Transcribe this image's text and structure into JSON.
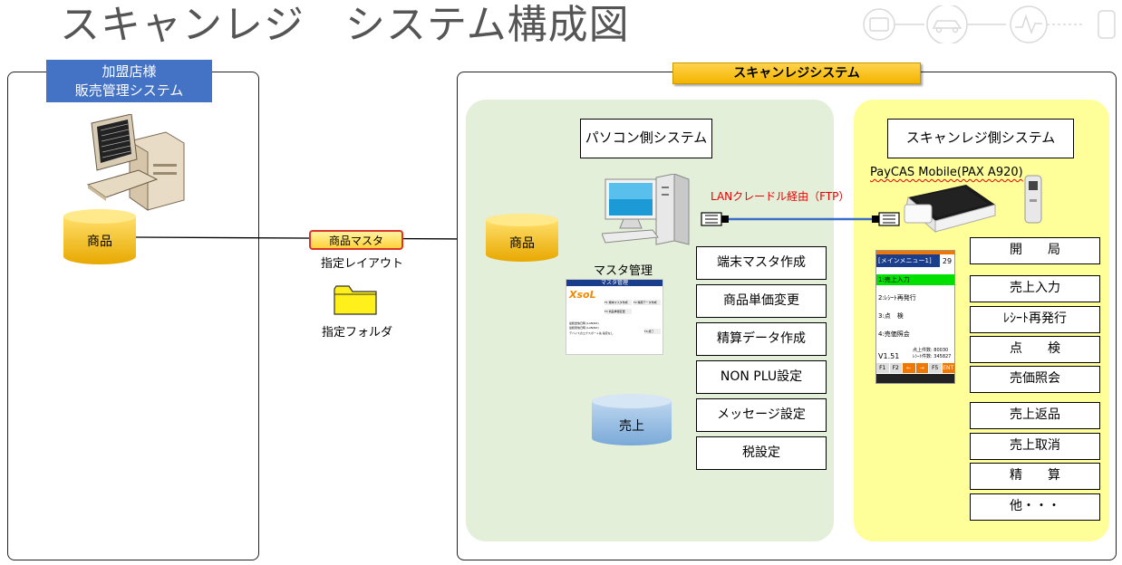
{
  "title": "スキャンレジ　システム構成図",
  "left": {
    "header_line1": "加盟店様",
    "header_line2": "販売管理システム",
    "db_label": "商品"
  },
  "transfer": {
    "master_tag": "商品マスタ",
    "layout_label": "指定レイアウト",
    "folder_label": "指定フォルダ"
  },
  "system_header": "スキャンレジシステム",
  "pc": {
    "label": "パソコン側システム",
    "db_label": "商品",
    "sales_db_label": "売上",
    "master_mgmt_label": "マスタ管理",
    "functions": [
      "端末マスタ作成",
      "商品単価変更",
      "精算データ作成",
      "NON PLU設定",
      "メッセージ設定",
      "税設定"
    ],
    "screenshot": {
      "header": "マスタ管理",
      "logo": "XsoL",
      "btn1": "F1 端末マスタ作成",
      "btn2": "F2 精算データ作成",
      "btn3": "F3 商品単価変更",
      "btn4": "F4 終了",
      "info1": "最終送信日時 (LAN/NX)",
      "info2": "最終受信日時 (LAN/NX)",
      "info3": "デバイスのエクスポート先 指定なし"
    }
  },
  "link_label": "LANクレードル経由（FTP）",
  "scanner": {
    "label": "スキャンレジ側システム",
    "device_label": "PayCAS Mobile(PAX A920)",
    "functions_top": [
      "開　　局",
      "売上入力",
      "ﾚｼｰﾄ再発行",
      "点　　検",
      "売価照会"
    ],
    "functions_bottom": [
      "売上返品",
      "売上取消",
      "精　　算",
      "他・・・"
    ],
    "screen": {
      "menu_title": "[メインメニュー1]",
      "menu_num": "29",
      "items": [
        "1:売上入力",
        "2:ﾚｼｰﾄ再発行",
        "3:点　検",
        "4:売価照会"
      ],
      "version": "V1.51",
      "stats1": "点上件数:",
      "stats1_val": "80030",
      "stats2": "ﾚｼｰﾄ件数:",
      "stats2_val": "345827",
      "keys": [
        "F1",
        "F2",
        "←",
        "→",
        "F5",
        "ENT"
      ]
    }
  },
  "colors": {
    "header_blue": "#4472c4",
    "green_panel": "#e3efd9",
    "yellow_panel": "#ffff99",
    "db_gold": "#f5b800",
    "db_blue": "#8fb8e0",
    "link_red": "#e60000"
  }
}
